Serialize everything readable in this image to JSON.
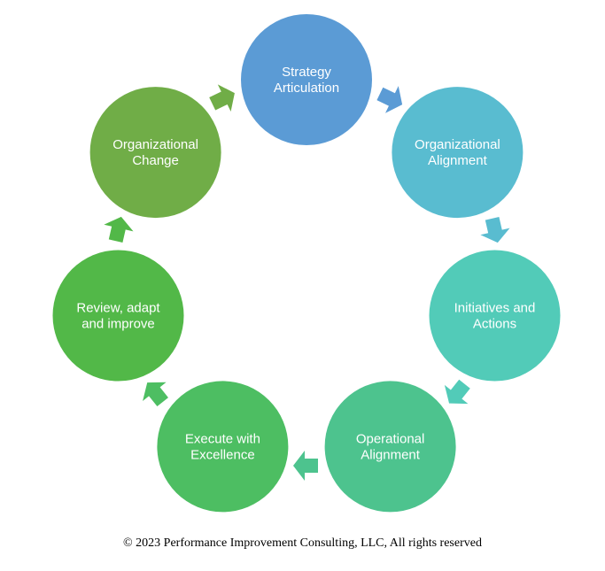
{
  "cycle": {
    "nodes": [
      {
        "lines": [
          "Strategy",
          "Articulation"
        ],
        "color": "#5B9BD5"
      },
      {
        "lines": [
          "Organizational",
          "Alignment"
        ],
        "color": "#59BCD0"
      },
      {
        "lines": [
          "Initiatives and",
          "Actions"
        ],
        "color": "#52CBB8"
      },
      {
        "lines": [
          "Operational",
          "Alignment"
        ],
        "color": "#4DC38E"
      },
      {
        "lines": [
          "Execute with",
          "Excellence"
        ],
        "color": "#4DBE62"
      },
      {
        "lines": [
          "Review, adapt",
          "and improve"
        ],
        "color": "#52B848"
      },
      {
        "lines": [
          "Organizational",
          "Change"
        ],
        "color": "#70AD47"
      }
    ],
    "arrow_colors": [
      "#5B9BD5",
      "#59BCD0",
      "#52CBB8",
      "#4DC38E",
      "#4DBE62",
      "#52B848",
      "#70AD47"
    ]
  },
  "footer": {
    "copyright": "© 2023 Performance Improvement Consulting, LLC, All rights reserved"
  }
}
